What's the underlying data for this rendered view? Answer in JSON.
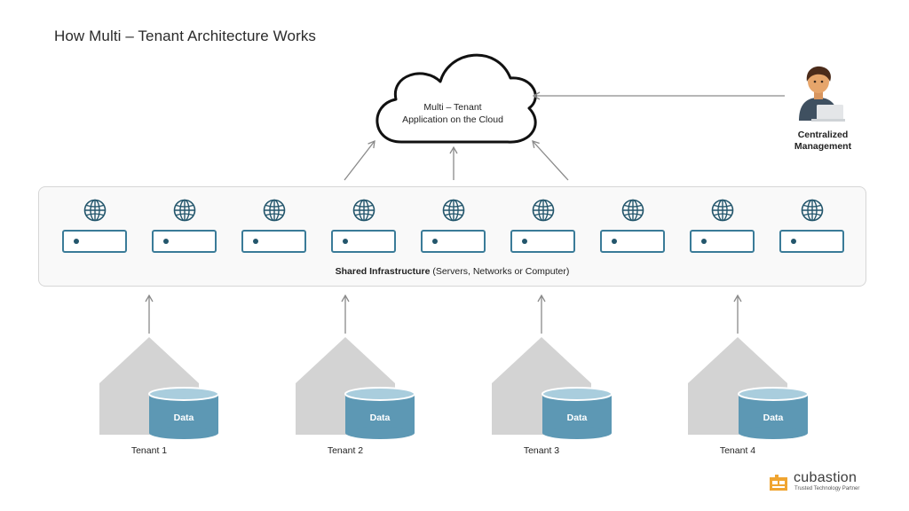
{
  "title": "How Multi – Tenant Architecture Works",
  "cloud": {
    "line1": "Multi – Tenant",
    "line2": "Application on the Cloud"
  },
  "management": {
    "line1": "Centralized",
    "line2": "Management"
  },
  "infrastructure": {
    "caption_bold": "Shared Infrastructure",
    "caption_rest": " (Servers, Networks or Computer)",
    "server_count": 9
  },
  "tenants": [
    {
      "label": "Tenant 1",
      "data_label": "Data"
    },
    {
      "label": "Tenant 2",
      "data_label": "Data"
    },
    {
      "label": "Tenant 3",
      "data_label": "Data"
    },
    {
      "label": "Tenant 4",
      "data_label": "Data"
    }
  ],
  "brand": {
    "name": "cubastion",
    "tagline": "Trusted Technology Partner"
  },
  "colors": {
    "server_border": "#3a7b98",
    "database": "#5d98b4",
    "database_top": "#a9cddd",
    "house": "#d3d3d3",
    "arrow": "#8a8a8a",
    "brand_logo": "#f0a531"
  }
}
